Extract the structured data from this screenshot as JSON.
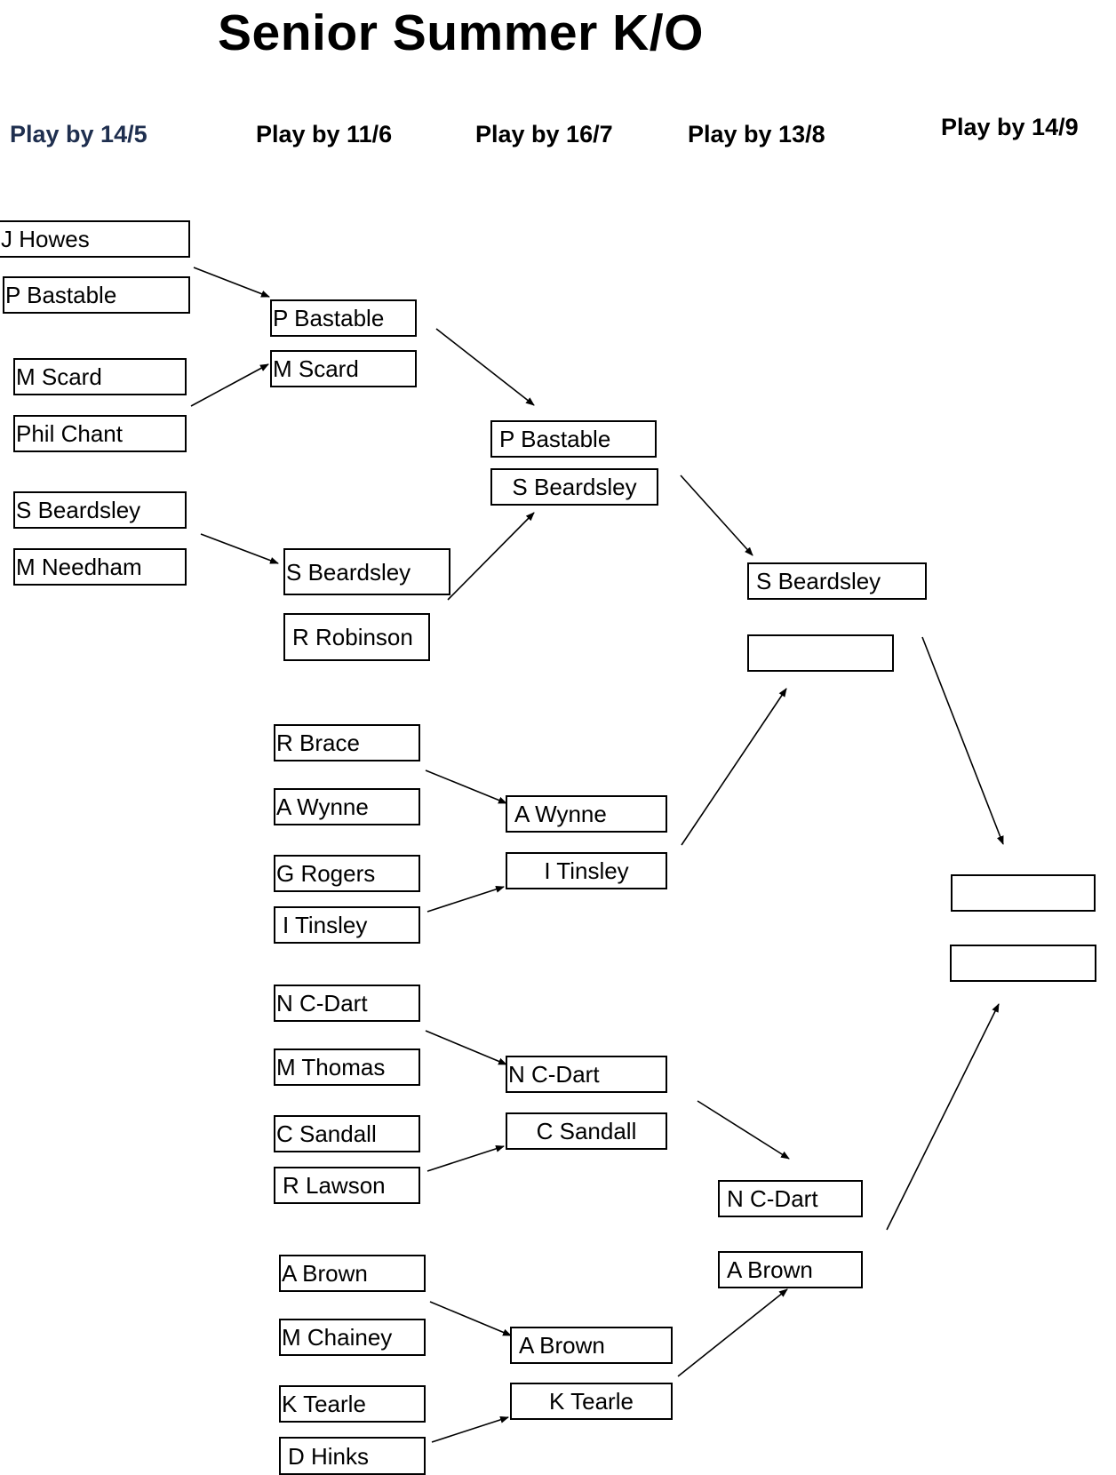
{
  "title": "Senior Summer K/O",
  "rounds": [
    {
      "label": "Play by 14/5"
    },
    {
      "label": "Play by 11/6"
    },
    {
      "label": "Play by 16/7"
    },
    {
      "label": "Play by  13/8"
    },
    {
      "label": "Play by  14/9"
    }
  ],
  "round1": [
    "J Howes",
    "P Bastable",
    "M Scard",
    "Phil Chant",
    "S Beardsley",
    "M Needham"
  ],
  "round2": [
    "P Bastable",
    "M Scard",
    "S Beardsley",
    "R Robinson",
    "R Brace",
    "A Wynne",
    "G Rogers",
    "I Tinsley",
    "N C-Dart",
    "M Thomas",
    "C Sandall",
    "R Lawson",
    "A Brown",
    "M Chainey",
    "K Tearle",
    "D Hinks"
  ],
  "round3": [
    "P Bastable",
    "S Beardsley",
    "A Wynne",
    "I Tinsley",
    "N C-Dart",
    "C Sandall",
    "A Brown",
    "K Tearle"
  ],
  "round4": [
    "S Beardsley",
    "",
    "N C-Dart",
    "A Brown"
  ],
  "final": [
    "",
    ""
  ]
}
